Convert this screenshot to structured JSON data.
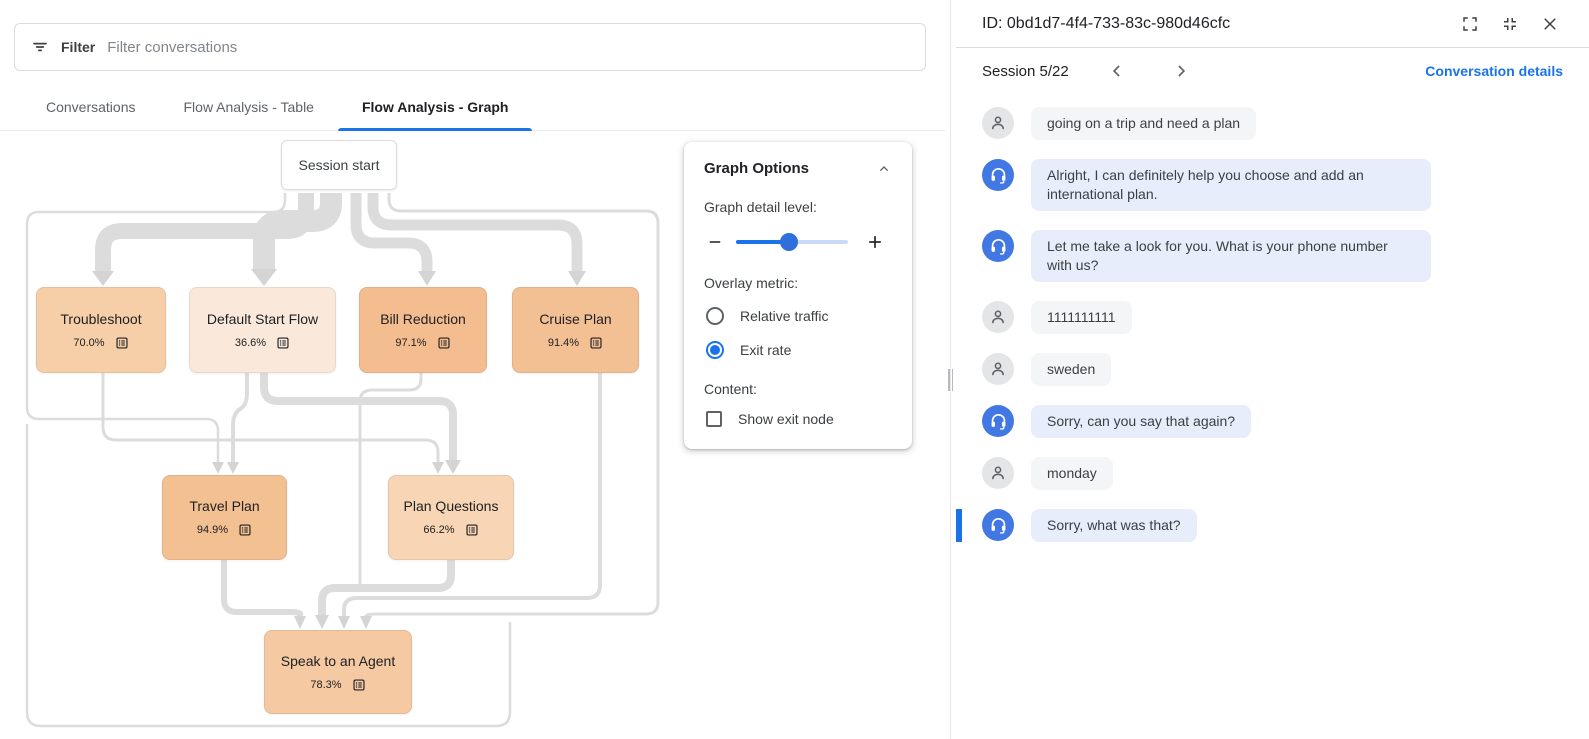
{
  "filter": {
    "label": "Filter",
    "placeholder": "Filter conversations"
  },
  "tabs": [
    {
      "label": "Conversations",
      "active": false
    },
    {
      "label": "Flow Analysis - Table",
      "active": false
    },
    {
      "label": "Flow Analysis - Graph",
      "active": true
    }
  ],
  "graph": {
    "start_node": {
      "label": "Session start"
    },
    "nodes": [
      {
        "id": "troubleshoot",
        "label": "Troubleshoot",
        "exit_rate": "70.0%",
        "color": "#f6cfa9"
      },
      {
        "id": "default_start_flow",
        "label": "Default Start Flow",
        "exit_rate": "36.6%",
        "color": "#fae9da"
      },
      {
        "id": "bill_reduction",
        "label": "Bill Reduction",
        "exit_rate": "97.1%",
        "color": "#f3bd90"
      },
      {
        "id": "cruise_plan",
        "label": "Cruise Plan",
        "exit_rate": "91.4%",
        "color": "#f3c094"
      },
      {
        "id": "travel_plan",
        "label": "Travel Plan",
        "exit_rate": "94.9%",
        "color": "#f3c092"
      },
      {
        "id": "plan_questions",
        "label": "Plan Questions",
        "exit_rate": "66.2%",
        "color": "#f7d5b5"
      },
      {
        "id": "speak_to_agent",
        "label": "Speak to an Agent",
        "exit_rate": "78.3%",
        "color": "#f5c9a2"
      }
    ]
  },
  "graph_options": {
    "title": "Graph Options",
    "detail_label": "Graph detail level:",
    "slider_percent": 47,
    "overlay_label": "Overlay metric:",
    "radios": [
      {
        "label": "Relative traffic",
        "selected": false
      },
      {
        "label": "Exit rate",
        "selected": true
      }
    ],
    "content_label": "Content:",
    "checkbox_label": "Show exit node",
    "checkbox_checked": false
  },
  "details": {
    "id_title": "ID: 0bd1d7-4f4-733-83c-980d46cfc",
    "session_label": "Session 5/22",
    "link_label": "Conversation details",
    "messages": [
      {
        "role": "user",
        "text": "going on a trip and need a plan",
        "selected": false
      },
      {
        "role": "bot",
        "text": "Alright, I can definitely help you choose and add an international plan.",
        "selected": false
      },
      {
        "role": "bot",
        "text": "Let me take a look for you. What is your phone number with us?",
        "selected": false
      },
      {
        "role": "user",
        "text": "1111111111",
        "selected": false
      },
      {
        "role": "user",
        "text": "sweden",
        "selected": false
      },
      {
        "role": "bot",
        "text": "Sorry, can you say that again?",
        "selected": false
      },
      {
        "role": "user",
        "text": "monday",
        "selected": false
      },
      {
        "role": "bot",
        "text": "Sorry, what was that?",
        "selected": true
      }
    ]
  },
  "icons": {
    "filter": "filter-icon",
    "node_detail": "list-alt-icon",
    "collapse": "chevron-up-icon",
    "expand_fullscreen": "fullscreen-icon",
    "exit_fullscreen": "fullscreen-exit-icon",
    "close": "close-icon",
    "prev": "chevron-left-icon",
    "next": "chevron-right-icon",
    "user": "person-icon",
    "bot": "headset-icon"
  },
  "colors": {
    "accent_blue": "#1a73e8",
    "bot_avatar": "#4178e3",
    "bot_bubble": "#e7edfb",
    "user_bubble": "#f4f5f7",
    "edge_gray": "#dcdcdc",
    "selected_bar": "#1a73e8"
  }
}
